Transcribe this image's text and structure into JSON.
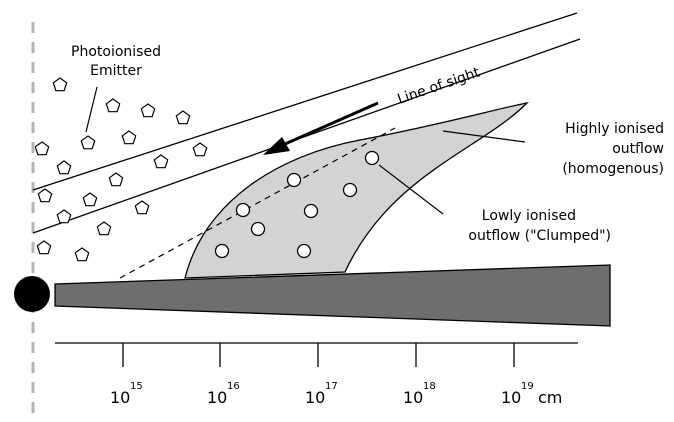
{
  "labels": {
    "emitter": [
      "Photoionised",
      "Emitter"
    ],
    "line_of_sight": "Line of sight",
    "highly_ionised": [
      "Highly ionised",
      "outflow",
      "(homogenous)"
    ],
    "lowly_ionised": [
      "Lowly ionised",
      "outflow (\"Clumped\")"
    ]
  },
  "axis": {
    "ticks": [
      {
        "base": "10",
        "exp": "15"
      },
      {
        "base": "10",
        "exp": "16"
      },
      {
        "base": "10",
        "exp": "17"
      },
      {
        "base": "10",
        "exp": "18"
      },
      {
        "base": "10",
        "exp": "19"
      }
    ],
    "unit": "cm"
  },
  "colors": {
    "outflow_fill": "#d3d3d3",
    "disk_fill": "#6e6e6e",
    "source_fill": "#000000",
    "dashed_axis": "#b4b4b4"
  }
}
